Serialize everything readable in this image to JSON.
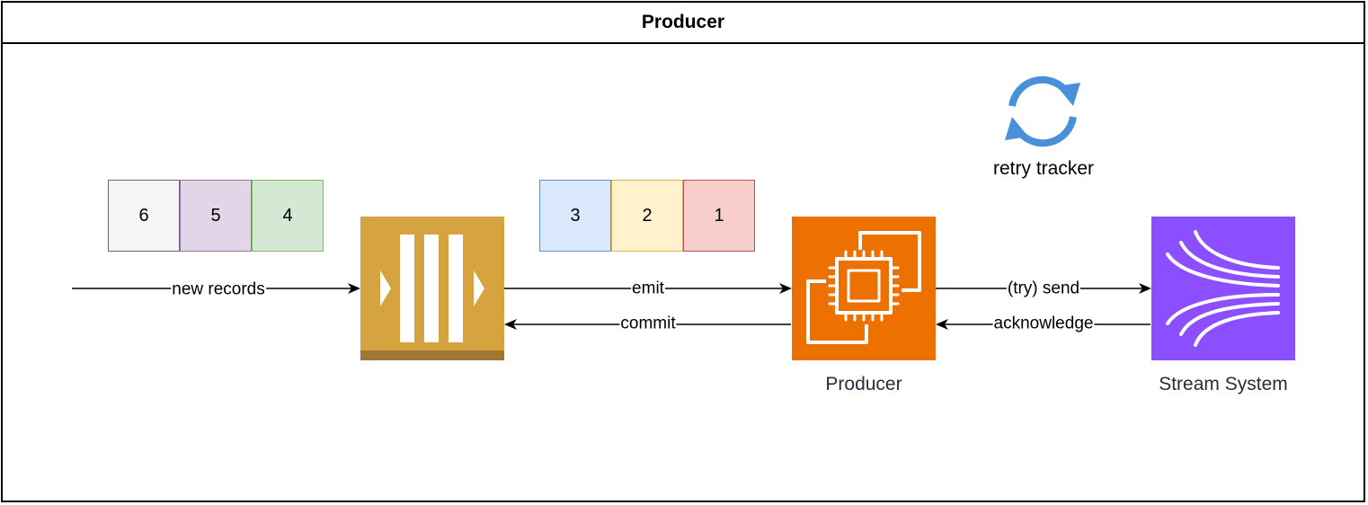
{
  "container": {
    "title": "Producer"
  },
  "new_records": [
    "6",
    "5",
    "4"
  ],
  "emitted_records": [
    "3",
    "2",
    "1"
  ],
  "nodes": {
    "queue": {
      "color": "#d5a440",
      "shade": "#9e7733"
    },
    "producer": {
      "label": "Producer",
      "color": "#ed7100"
    },
    "stream": {
      "label": "Stream System",
      "color": "#8c4fff"
    },
    "retry": {
      "label": "retry tracker",
      "color": "#4a90d9"
    }
  },
  "edges": {
    "new_records": "new records",
    "emit": "emit",
    "commit": "commit",
    "send": "(try) send",
    "acknowledge": "acknowledge"
  },
  "colors": {
    "cell_6": {
      "fill": "#f5f5f5",
      "stroke": "#666666"
    },
    "cell_5": {
      "fill": "#e1d5e7",
      "stroke": "#9673a6"
    },
    "cell_4": {
      "fill": "#d5e8d4",
      "stroke": "#82b366"
    },
    "cell_3": {
      "fill": "#dae8fc",
      "stroke": "#6c8ebf"
    },
    "cell_2": {
      "fill": "#fff2cc",
      "stroke": "#d6b656"
    },
    "cell_1": {
      "fill": "#f8cecc",
      "stroke": "#b85450"
    }
  }
}
